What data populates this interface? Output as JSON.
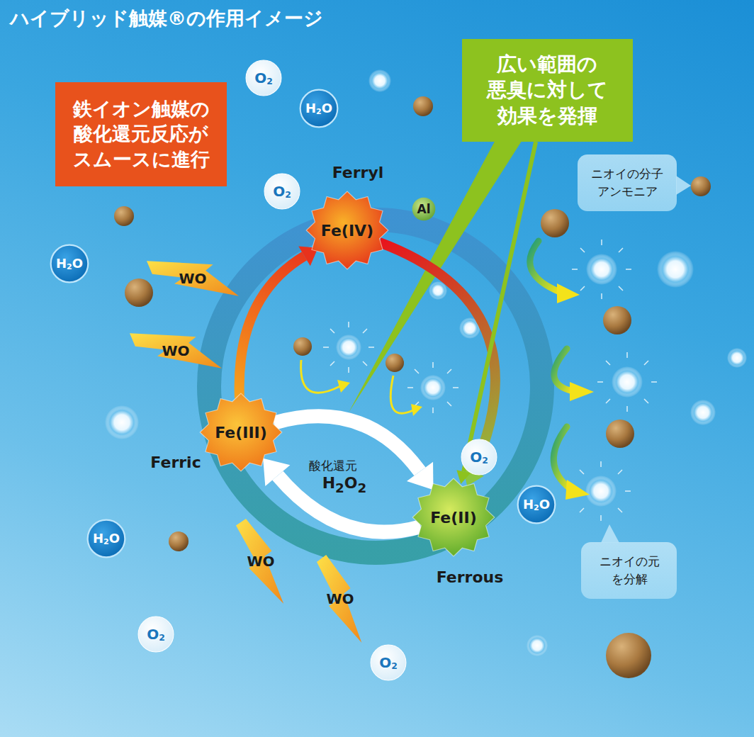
{
  "diagram": {
    "title": "ハイブリッド触媒®の作用イメージ",
    "nodes": [
      {
        "text": [
          "O2"
        ]
      },
      {
        "text": [
          "H2O"
        ]
      },
      {
        "text": [
          "鉄イオン触媒の 酸化還元反応が スムースに進行"
        ]
      },
      {
        "text": [
          "広い範囲の 悪臭に対して 効果を発揮"
        ]
      },
      {
        "text": [
          "Ferryl",
          "Fe(IV)"
        ]
      },
      {
        "text": [
          "O2"
        ]
      },
      {
        "text": [
          "Al"
        ]
      },
      {
        "text": [
          "ニオイの分子 アンモニア"
        ]
      },
      {
        "text": [
          "H2O"
        ]
      },
      {
        "text": [
          "WO"
        ]
      },
      {
        "text": [
          "WO"
        ]
      },
      {
        "text": [
          "Fe(III)",
          "Ferric"
        ]
      },
      {
        "text": [
          "O2"
        ]
      },
      {
        "text": [
          "Fe(II)",
          "Ferrous"
        ]
      },
      {
        "text": [
          "H2O"
        ]
      },
      {
        "text": [
          "H2O"
        ]
      },
      {
        "text": [
          "WO"
        ]
      },
      {
        "text": [
          "WO"
        ]
      },
      {
        "text": [
          "ニオイの元 を分解"
        ]
      },
      {
        "text": [
          "O2"
        ]
      },
      {
        "text": [
          "O2"
        ]
      }
    ],
    "edges": [
      {
        "from": 11,
        "to": 4,
        "arrow": "to"
      },
      {
        "from": 4,
        "to": 13,
        "arrow": "to"
      },
      {
        "from": 11,
        "to": 13,
        "arrow": "to"
      },
      {
        "from": 13,
        "to": 11,
        "arrow": "to"
      },
      {
        "from": 3,
        "to": 13,
        "arrow": "to"
      }
    ],
    "labels": [
      "酸化還元",
      "H2O2"
    ]
  }
}
